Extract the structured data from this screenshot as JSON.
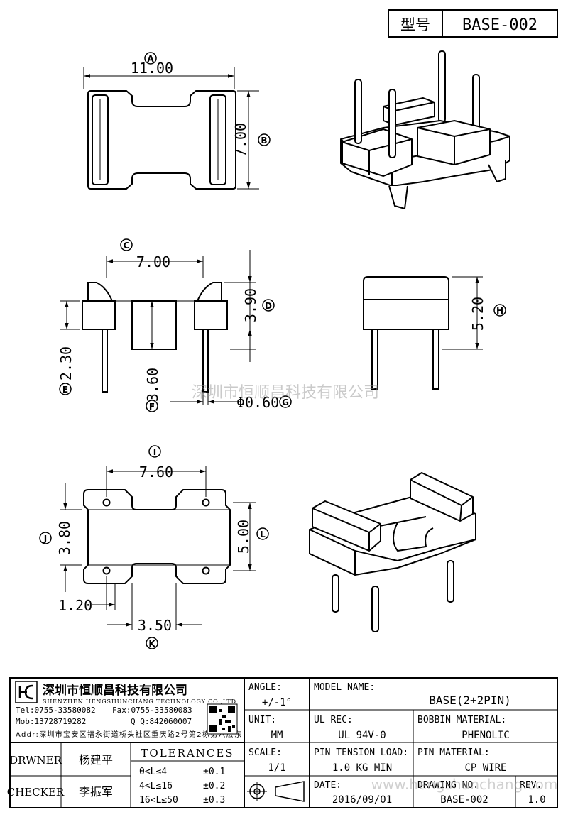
{
  "header": {
    "model_label": "型号",
    "model_value": "BASE-002"
  },
  "dimensions": {
    "A": {
      "letter": "A",
      "value": "11.00"
    },
    "B": {
      "letter": "B",
      "value": "7.00"
    },
    "C": {
      "letter": "C",
      "value": "7.00"
    },
    "D": {
      "letter": "D",
      "value": "3.90"
    },
    "E": {
      "letter": "E",
      "value": "2.30"
    },
    "F": {
      "letter": "F",
      "value": "3.60"
    },
    "G": {
      "letter": "G",
      "value": "Φ0.60"
    },
    "H": {
      "letter": "H",
      "value": "5.20"
    },
    "I": {
      "letter": "I",
      "value": "7.60"
    },
    "J": {
      "letter": "J",
      "value": "3.80"
    },
    "K": {
      "letter": "K",
      "value": "3.50"
    },
    "L": {
      "letter": "L",
      "value": "5.00"
    },
    "M": {
      "value": "1.20"
    }
  },
  "watermarks": {
    "center": "深圳市恒顺昌科技有限公司",
    "bottom": "www.hengshunchang.com"
  },
  "company": {
    "logo_letters": "HSC",
    "name_cn": "深圳市恒顺昌科技有限公司",
    "name_en": "SHENZHEN HENGSHUNCHANG TECHNOLOGY CO.,LTD",
    "tel": "Tel:0755-33580082",
    "fax": "Fax:0755-33580083",
    "mob": "Mob:13728719282",
    "qq": "Q Q:842060007",
    "addr": "Addr:深圳市宝安区福永街道桥头社区重庆路2号第2栋第六层东"
  },
  "people": {
    "drawer_label": "DRWNER",
    "drawer_name": "杨建平",
    "checker_label": "CHECKER",
    "checker_name": "李振军"
  },
  "tolerances": {
    "title": "TOLERANCES",
    "rows": [
      {
        "range": "0<L≤4",
        "tol": "±0.1"
      },
      {
        "range": "4<L≤16",
        "tol": "±0.2"
      },
      {
        "range": "16<L≤50",
        "tol": "±0.3"
      }
    ]
  },
  "specs": {
    "angle_label": "ANGLE:",
    "angle_value": "+/-1°",
    "unit_label": "UNIT:",
    "unit_value": "MM",
    "scale_label": "SCALE:",
    "scale_value": "1/1",
    "model_name_label": "MODEL NAME:",
    "model_name_value": "BASE(2+2PIN)",
    "ul_label": "UL REC:",
    "ul_value": "UL 94V-0",
    "bobbin_label": "BOBBIN MATERIAL:",
    "bobbin_value": "PHENOLIC",
    "tension_label": "PIN TENSION LOAD:",
    "tension_value": "1.0 KG MIN",
    "pin_label": "PIN MATERIAL:",
    "pin_value": "CP WIRE",
    "date_label": "DATE:",
    "date_value": "2016/09/01",
    "drawing_label": "DRAWING NO.",
    "drawing_value": "BASE-002",
    "rev_label": "REV.",
    "rev_value": "1.0"
  }
}
